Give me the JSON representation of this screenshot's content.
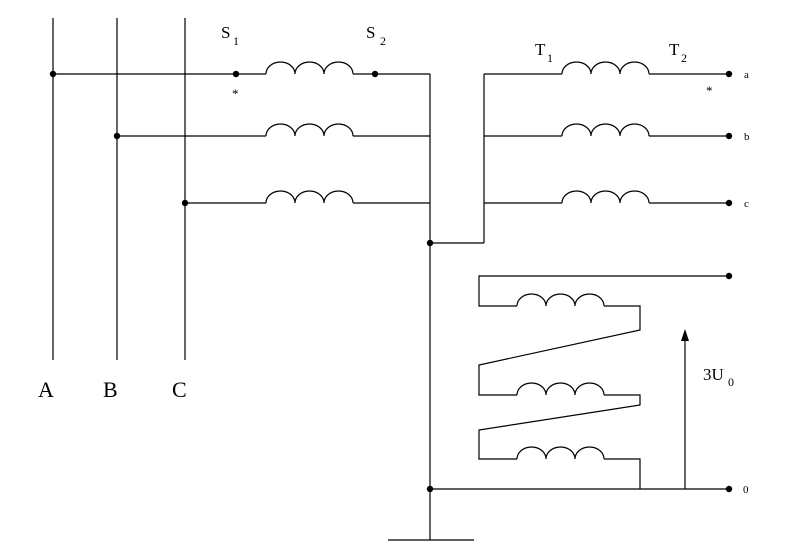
{
  "phase_labels": {
    "a": "A",
    "b": "B",
    "c": "C"
  },
  "primary_terminals": {
    "s1_main": "S",
    "s1_sub": "1",
    "s2_main": "S",
    "s2_sub": "2"
  },
  "secondary_terminals": {
    "t1_main": "T",
    "t1_sub": "1",
    "t2_main": "T",
    "t2_sub": "2"
  },
  "polarity_marks": {
    "primary": "*",
    "secondary": "*"
  },
  "output_terminals": {
    "a": "a",
    "b": "b",
    "c": "c",
    "zero": "0"
  },
  "voltage_label": {
    "main": "3U",
    "sub": "0"
  }
}
